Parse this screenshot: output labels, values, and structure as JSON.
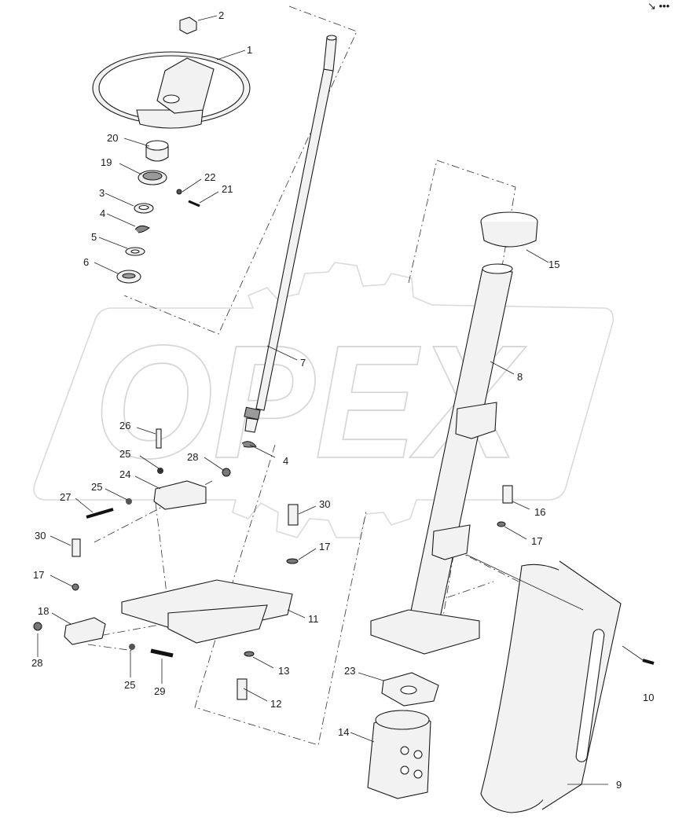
{
  "watermark": {
    "text": "OPEX"
  },
  "corner_mark": "↘ •••",
  "callouts": [
    {
      "id": "c1",
      "label": "1"
    },
    {
      "id": "c2",
      "label": "2"
    },
    {
      "id": "c3",
      "label": "3"
    },
    {
      "id": "c4a",
      "label": "4"
    },
    {
      "id": "c4b",
      "label": "4"
    },
    {
      "id": "c5",
      "label": "5"
    },
    {
      "id": "c6",
      "label": "6"
    },
    {
      "id": "c7",
      "label": "7"
    },
    {
      "id": "c8",
      "label": "8"
    },
    {
      "id": "c9",
      "label": "9"
    },
    {
      "id": "c10",
      "label": "10"
    },
    {
      "id": "c11",
      "label": "11"
    },
    {
      "id": "c12",
      "label": "12"
    },
    {
      "id": "c13",
      "label": "13"
    },
    {
      "id": "c14",
      "label": "14"
    },
    {
      "id": "c15",
      "label": "15"
    },
    {
      "id": "c16",
      "label": "16"
    },
    {
      "id": "c17a",
      "label": "17"
    },
    {
      "id": "c17b",
      "label": "17"
    },
    {
      "id": "c17c",
      "label": "17"
    },
    {
      "id": "c18",
      "label": "18"
    },
    {
      "id": "c19",
      "label": "19"
    },
    {
      "id": "c20",
      "label": "20"
    },
    {
      "id": "c21",
      "label": "21"
    },
    {
      "id": "c22",
      "label": "22"
    },
    {
      "id": "c23",
      "label": "23"
    },
    {
      "id": "c24",
      "label": "24"
    },
    {
      "id": "c25a",
      "label": "25"
    },
    {
      "id": "c25b",
      "label": "25"
    },
    {
      "id": "c25c",
      "label": "25"
    },
    {
      "id": "c26",
      "label": "26"
    },
    {
      "id": "c27",
      "label": "27"
    },
    {
      "id": "c28a",
      "label": "28"
    },
    {
      "id": "c28b",
      "label": "28"
    },
    {
      "id": "c29",
      "label": "29"
    },
    {
      "id": "c30a",
      "label": "30"
    },
    {
      "id": "c30b",
      "label": "30"
    }
  ]
}
